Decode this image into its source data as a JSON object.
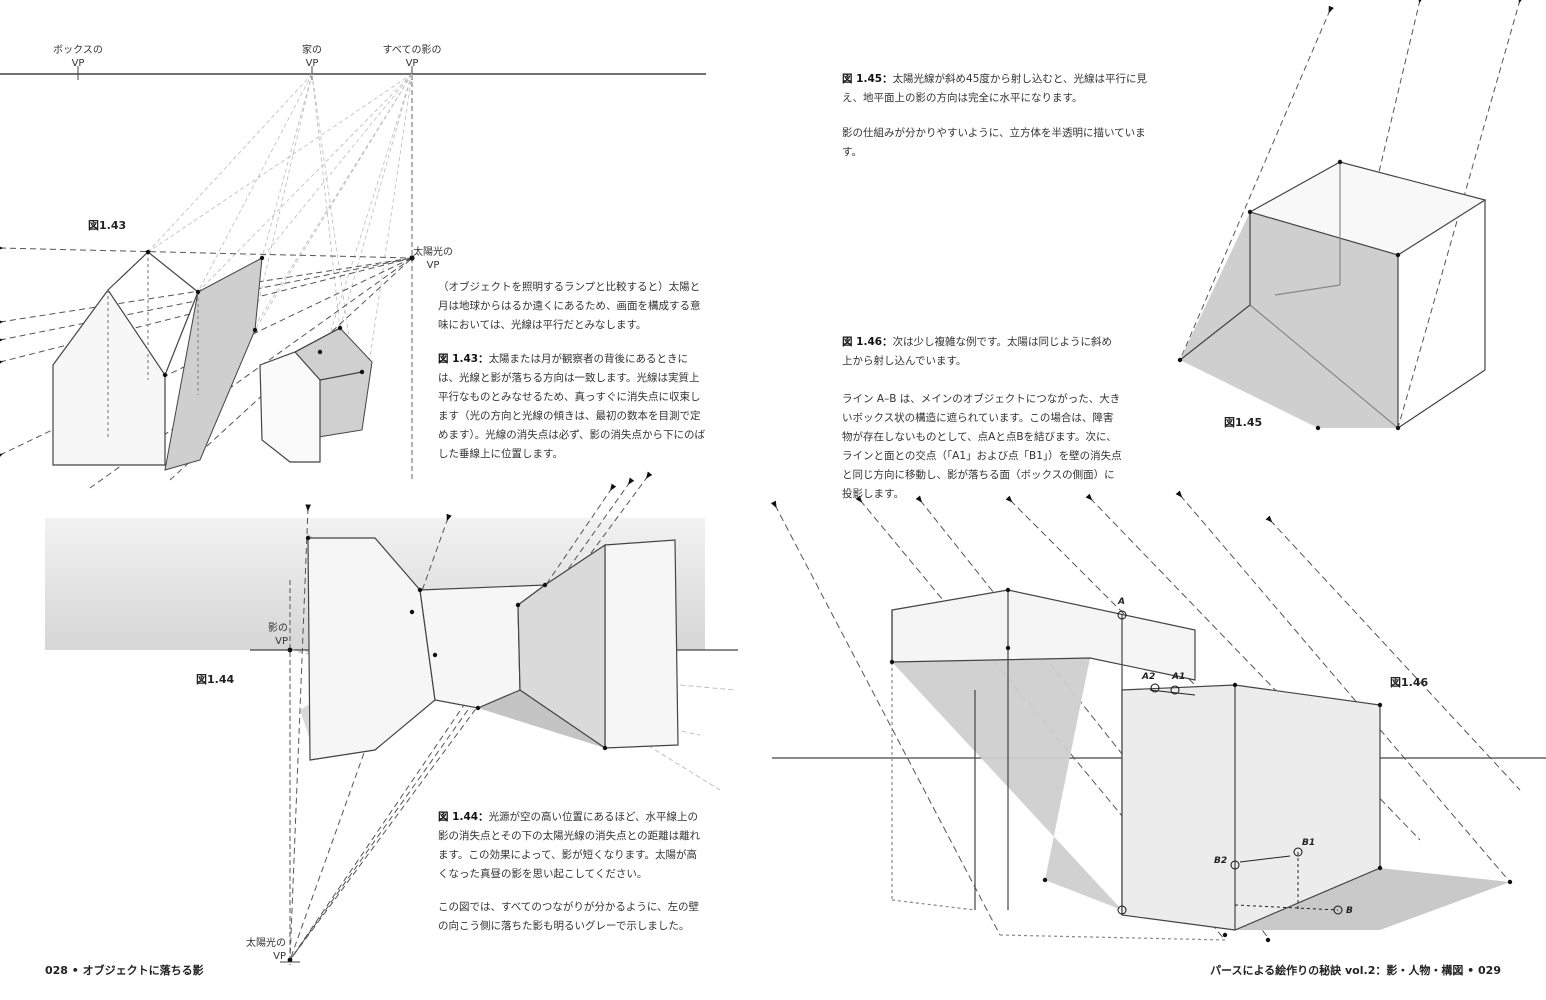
{
  "left_page": {
    "vp_labels": {
      "box_vp": [
        "ボックスの",
        "VP"
      ],
      "house_vp": [
        "家の",
        "VP"
      ],
      "all_shadows_vp": [
        "すべての影の",
        "VP"
      ],
      "sun_vp_top": [
        "太陽光の",
        "VP"
      ],
      "shadow_vp": [
        "影の",
        "VP"
      ],
      "sun_vp_bottom": [
        "太陽光の",
        "VP"
      ]
    },
    "fig_1_43": "図1.43",
    "fig_1_44": "図1.44",
    "intro": "（オブジェクトを照明するランプと比較すると）太陽と月は地球からはるか遠くにあるため、画面を構成する意味においては、光線は平行だとみなします。",
    "caption_1_43": {
      "label": "図 1.43：",
      "text": "太陽または月が観察者の背後にあるときには、光線と影が落ちる方向は一致します。光線は実質上平行なものとみなせるため、真っすぐに消失点に収束します（光の方向と光線の傾きは、最初の数本を目測で定めます）。光線の消失点は必ず、影の消失点から下にのばした垂線上に位置します。"
    },
    "caption_1_44": {
      "label": "図 1.44：",
      "text": "光源が空の高い位置にあるほど、水平線上の影の消失点とその下の太陽光線の消失点との距離は離れます。この効果によって、影が短くなります。太陽が高くなった真昼の影を思い起こしてください。"
    },
    "caption_1_44_b": "この図では、すべてのつながりが分かるように、左の壁の向こう側に落ちた影も明るいグレーで示しました。",
    "footer": "028 • オブジェクトに落ちる影"
  },
  "right_page": {
    "caption_1_45": {
      "label": "図 1.45：",
      "text": "太陽光線が斜め45度から射し込むと、光線は平行に見え、地平面上の影の方向は完全に水平になります。"
    },
    "caption_1_45_b": "影の仕組みが分かりやすいように、立方体を半透明に描いています。",
    "fig_1_45": "図1.45",
    "caption_1_46": {
      "label": "図 1.46：",
      "text": "次は少し複雑な例です。太陽は同じように斜め上から射し込んでいます。"
    },
    "caption_1_46_b": "ライン A–B は、メインのオブジェクトにつながった、大きいボックス状の構造に遮られています。この場合は、障害物が存在しないものとして、点Aと点Bを結びます。次に、ラインと面との交点（「A1」および点「B1」）を壁の消失点と同じ方向に移動し、影が落ちる面（ボックスの側面）に投影します。",
    "fig_1_46": "図1.46",
    "points": {
      "a": "A",
      "a1": "A1",
      "a2": "A2",
      "b": "B",
      "b1": "B1",
      "b2": "B2"
    },
    "footer": "パースによる絵作りの秘訣 vol.2：影・人物・構図 • 029"
  },
  "colors": {
    "line": "#444444",
    "dashed": "#555555",
    "light_ray": "#bbbbbb",
    "shadow": "#c8c8c8",
    "band": "#dedede"
  }
}
